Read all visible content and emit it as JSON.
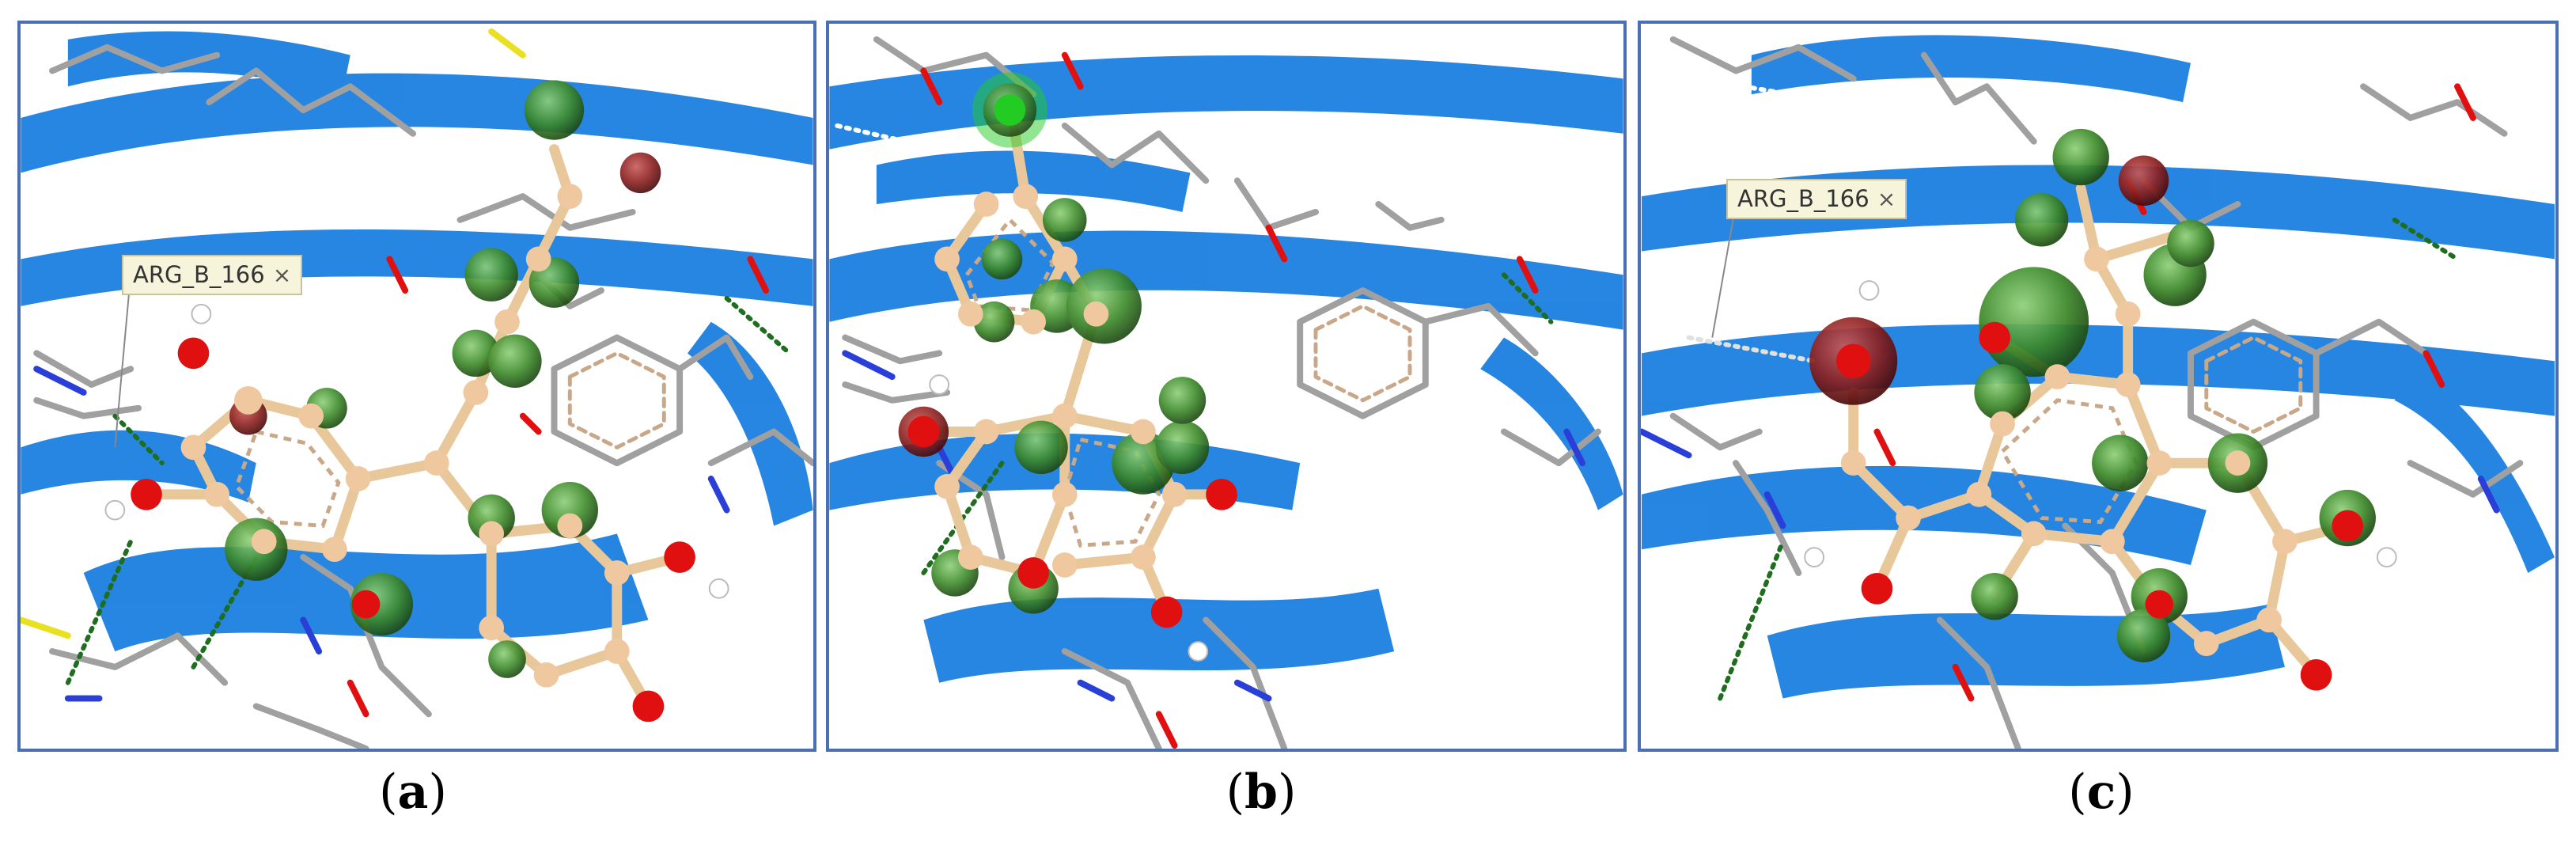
{
  "panels": [
    {
      "id": "a",
      "caption_open": "(",
      "caption_letter": "a",
      "caption_close": ")",
      "residue_label": "ARG_B_166",
      "close_glyph": "×"
    },
    {
      "id": "b",
      "caption_open": "(",
      "caption_letter": "b",
      "caption_close": ")"
    },
    {
      "id": "c",
      "caption_open": "(",
      "caption_letter": "c",
      "caption_close": ")",
      "residue_label": "ARG_B_166",
      "close_glyph": "×"
    }
  ],
  "colors": {
    "ribbon": "#1b7fe0",
    "carbon_stick": "#a0a0a0",
    "ligand_bond": "#e8c79a",
    "ligand_carbon": "#e8c79a",
    "oxygen": "#e01010",
    "nitrogen": "#2a3fd8",
    "sulfur": "#e8e020",
    "chlorine": "#22cc22",
    "pharmacophore_green": "#3d8a2a",
    "pharmacophore_red": "#8c2020",
    "hbond_green": "#1f6e1f",
    "frame": "#4a6fb5"
  }
}
